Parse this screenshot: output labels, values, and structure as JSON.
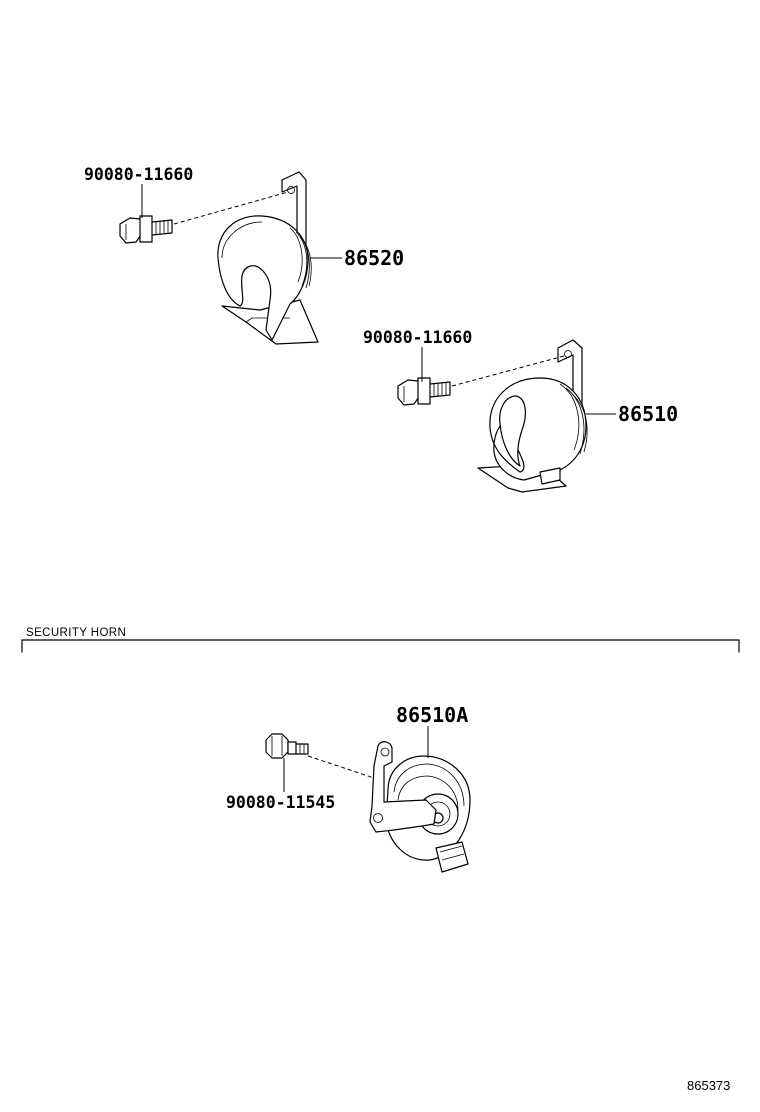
{
  "parts": {
    "bolt_upper": "90080-11660",
    "horn_upper": "86520",
    "bolt_middle": "90080-11660",
    "horn_middle": "86510",
    "horn_security": "86510A",
    "bolt_security": "90080-11545"
  },
  "section": {
    "title": "SECURITY HORN"
  },
  "diagram_id": "865373"
}
